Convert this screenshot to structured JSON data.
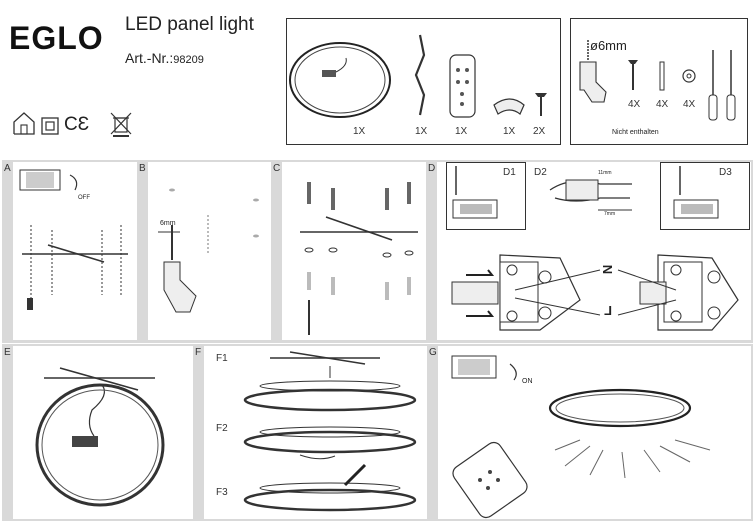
{
  "header": {
    "brand": "EGLO",
    "title": "LED panel light",
    "art_prefix": "Art.-Nr.:",
    "art_number": "98209"
  },
  "parts": {
    "qty_panel": "1X",
    "qty_cable": "1X",
    "qty_remote": "1X",
    "qty_clip": "1X",
    "qty_screw": "2X"
  },
  "tools": {
    "drill_size": "ø6mm",
    "qty_screws": "4X",
    "qty_dowels": "4X",
    "qty_washers": "4X",
    "note": "Nicht enthalten"
  },
  "steps": {
    "a": "A",
    "b": "B",
    "c": "C",
    "d": "D",
    "d1": "D1",
    "d2": "D2",
    "d3": "D3",
    "e": "E",
    "f": "F",
    "f1": "F1",
    "f2": "F2",
    "f3": "F3",
    "g": "G"
  },
  "labels": {
    "off": "OFF",
    "on": "ON",
    "drill_depth": "6mm",
    "strip1": "11mm",
    "strip2": "7mm",
    "wire_n": "N",
    "wire_l": "L"
  }
}
